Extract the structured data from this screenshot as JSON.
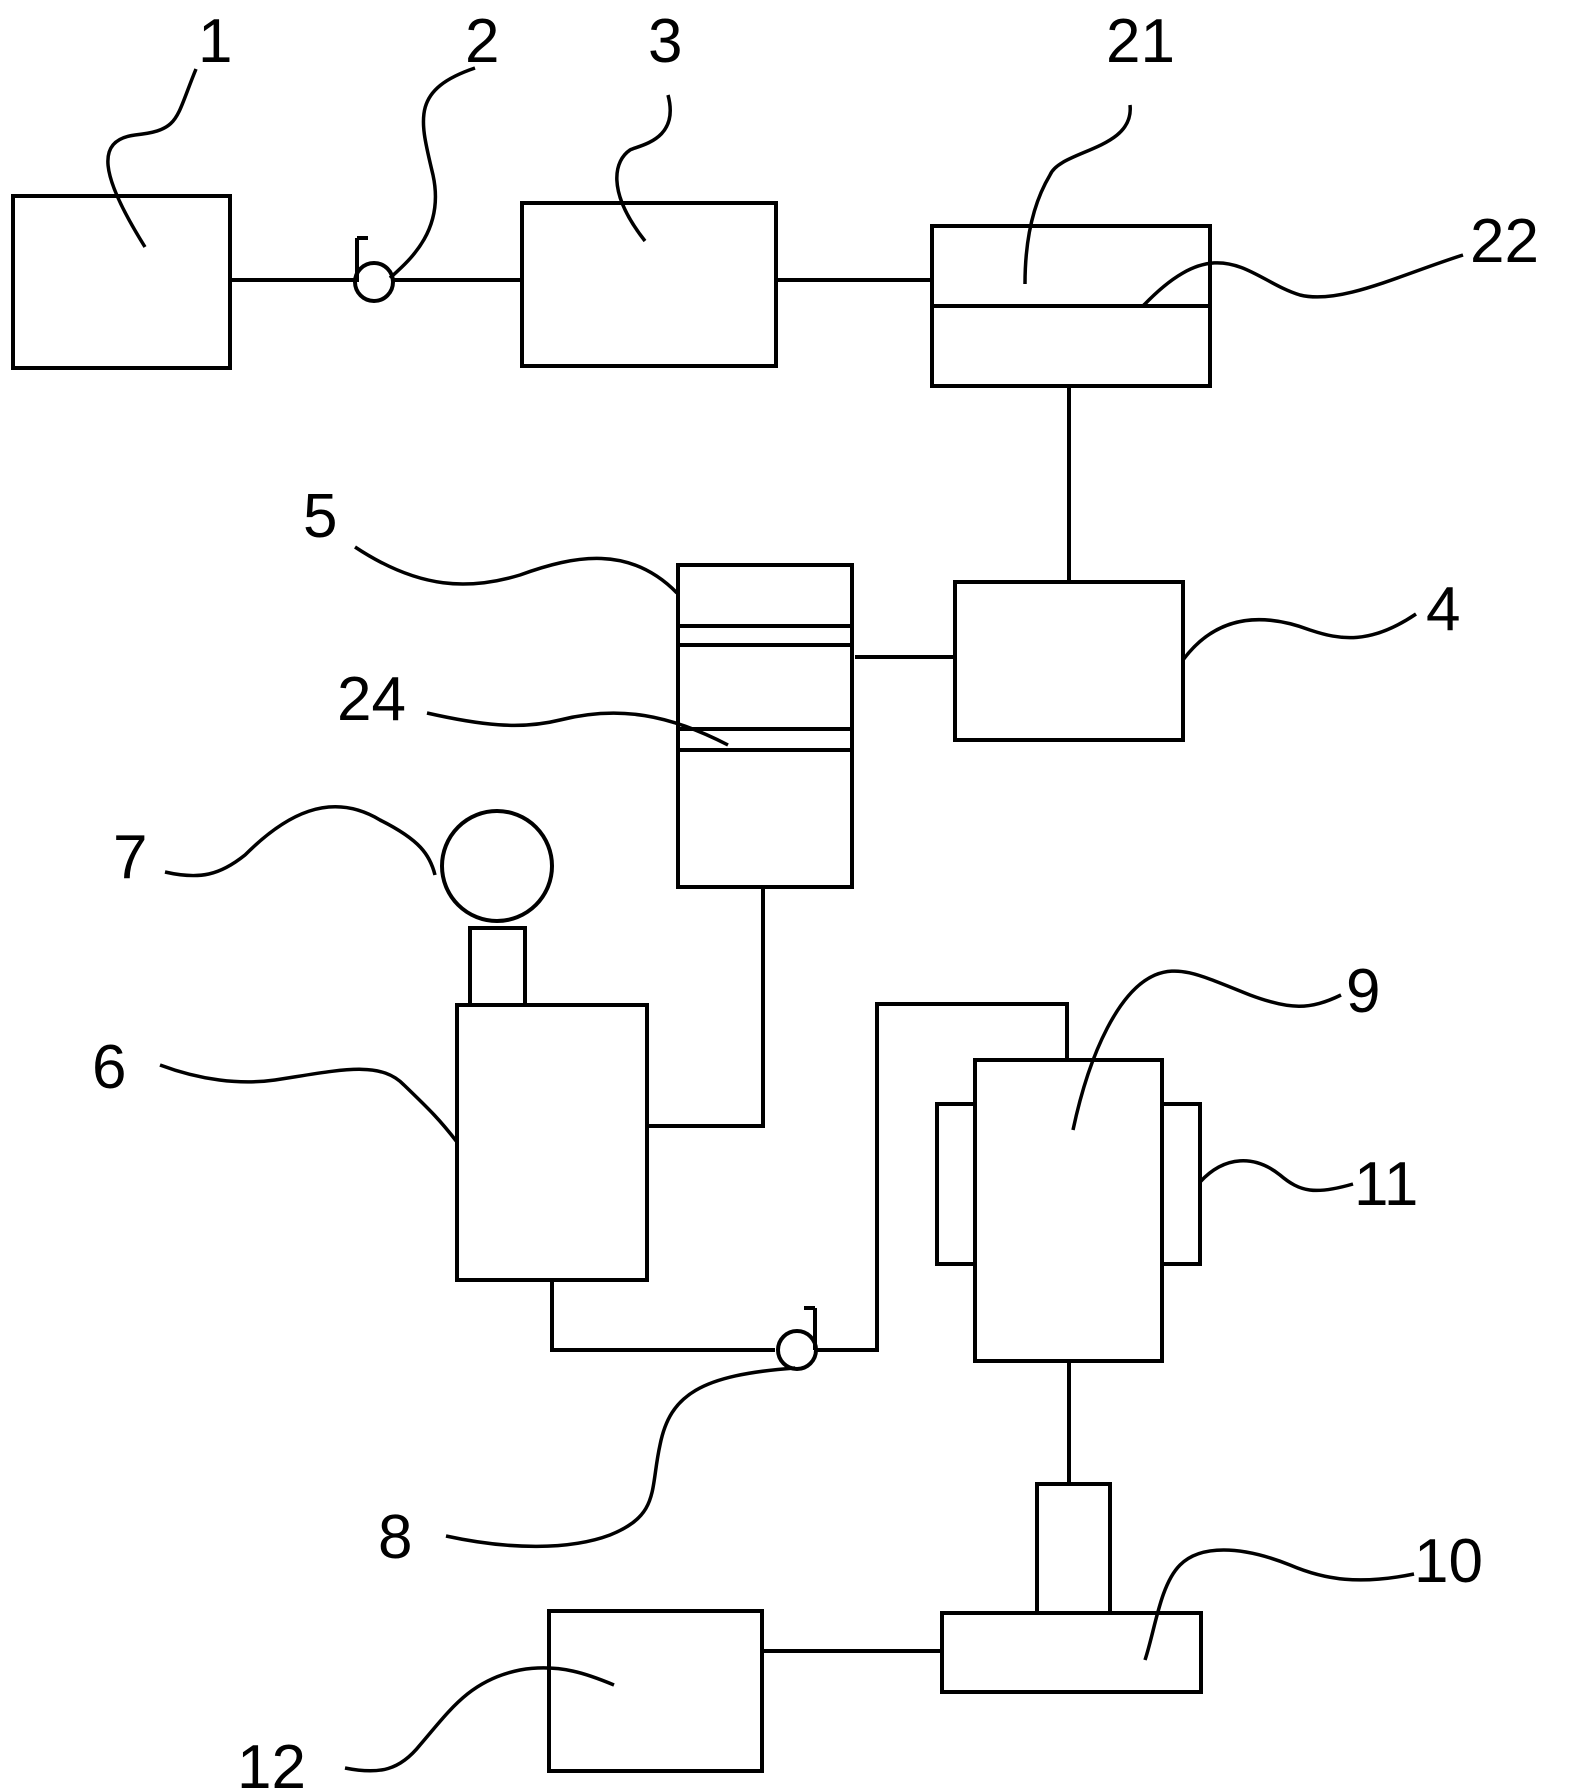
{
  "diagram": {
    "labels": {
      "l1": "1",
      "l2": "2",
      "l3": "3",
      "l21": "21",
      "l22": "22",
      "l5": "5",
      "l4": "4",
      "l24": "24",
      "l7": "7",
      "l6": "6",
      "l9": "9",
      "l11": "11",
      "l8": "8",
      "l10": "10",
      "l12": "12"
    },
    "colors": {
      "stroke": "#000000",
      "background": "#ffffff"
    }
  }
}
